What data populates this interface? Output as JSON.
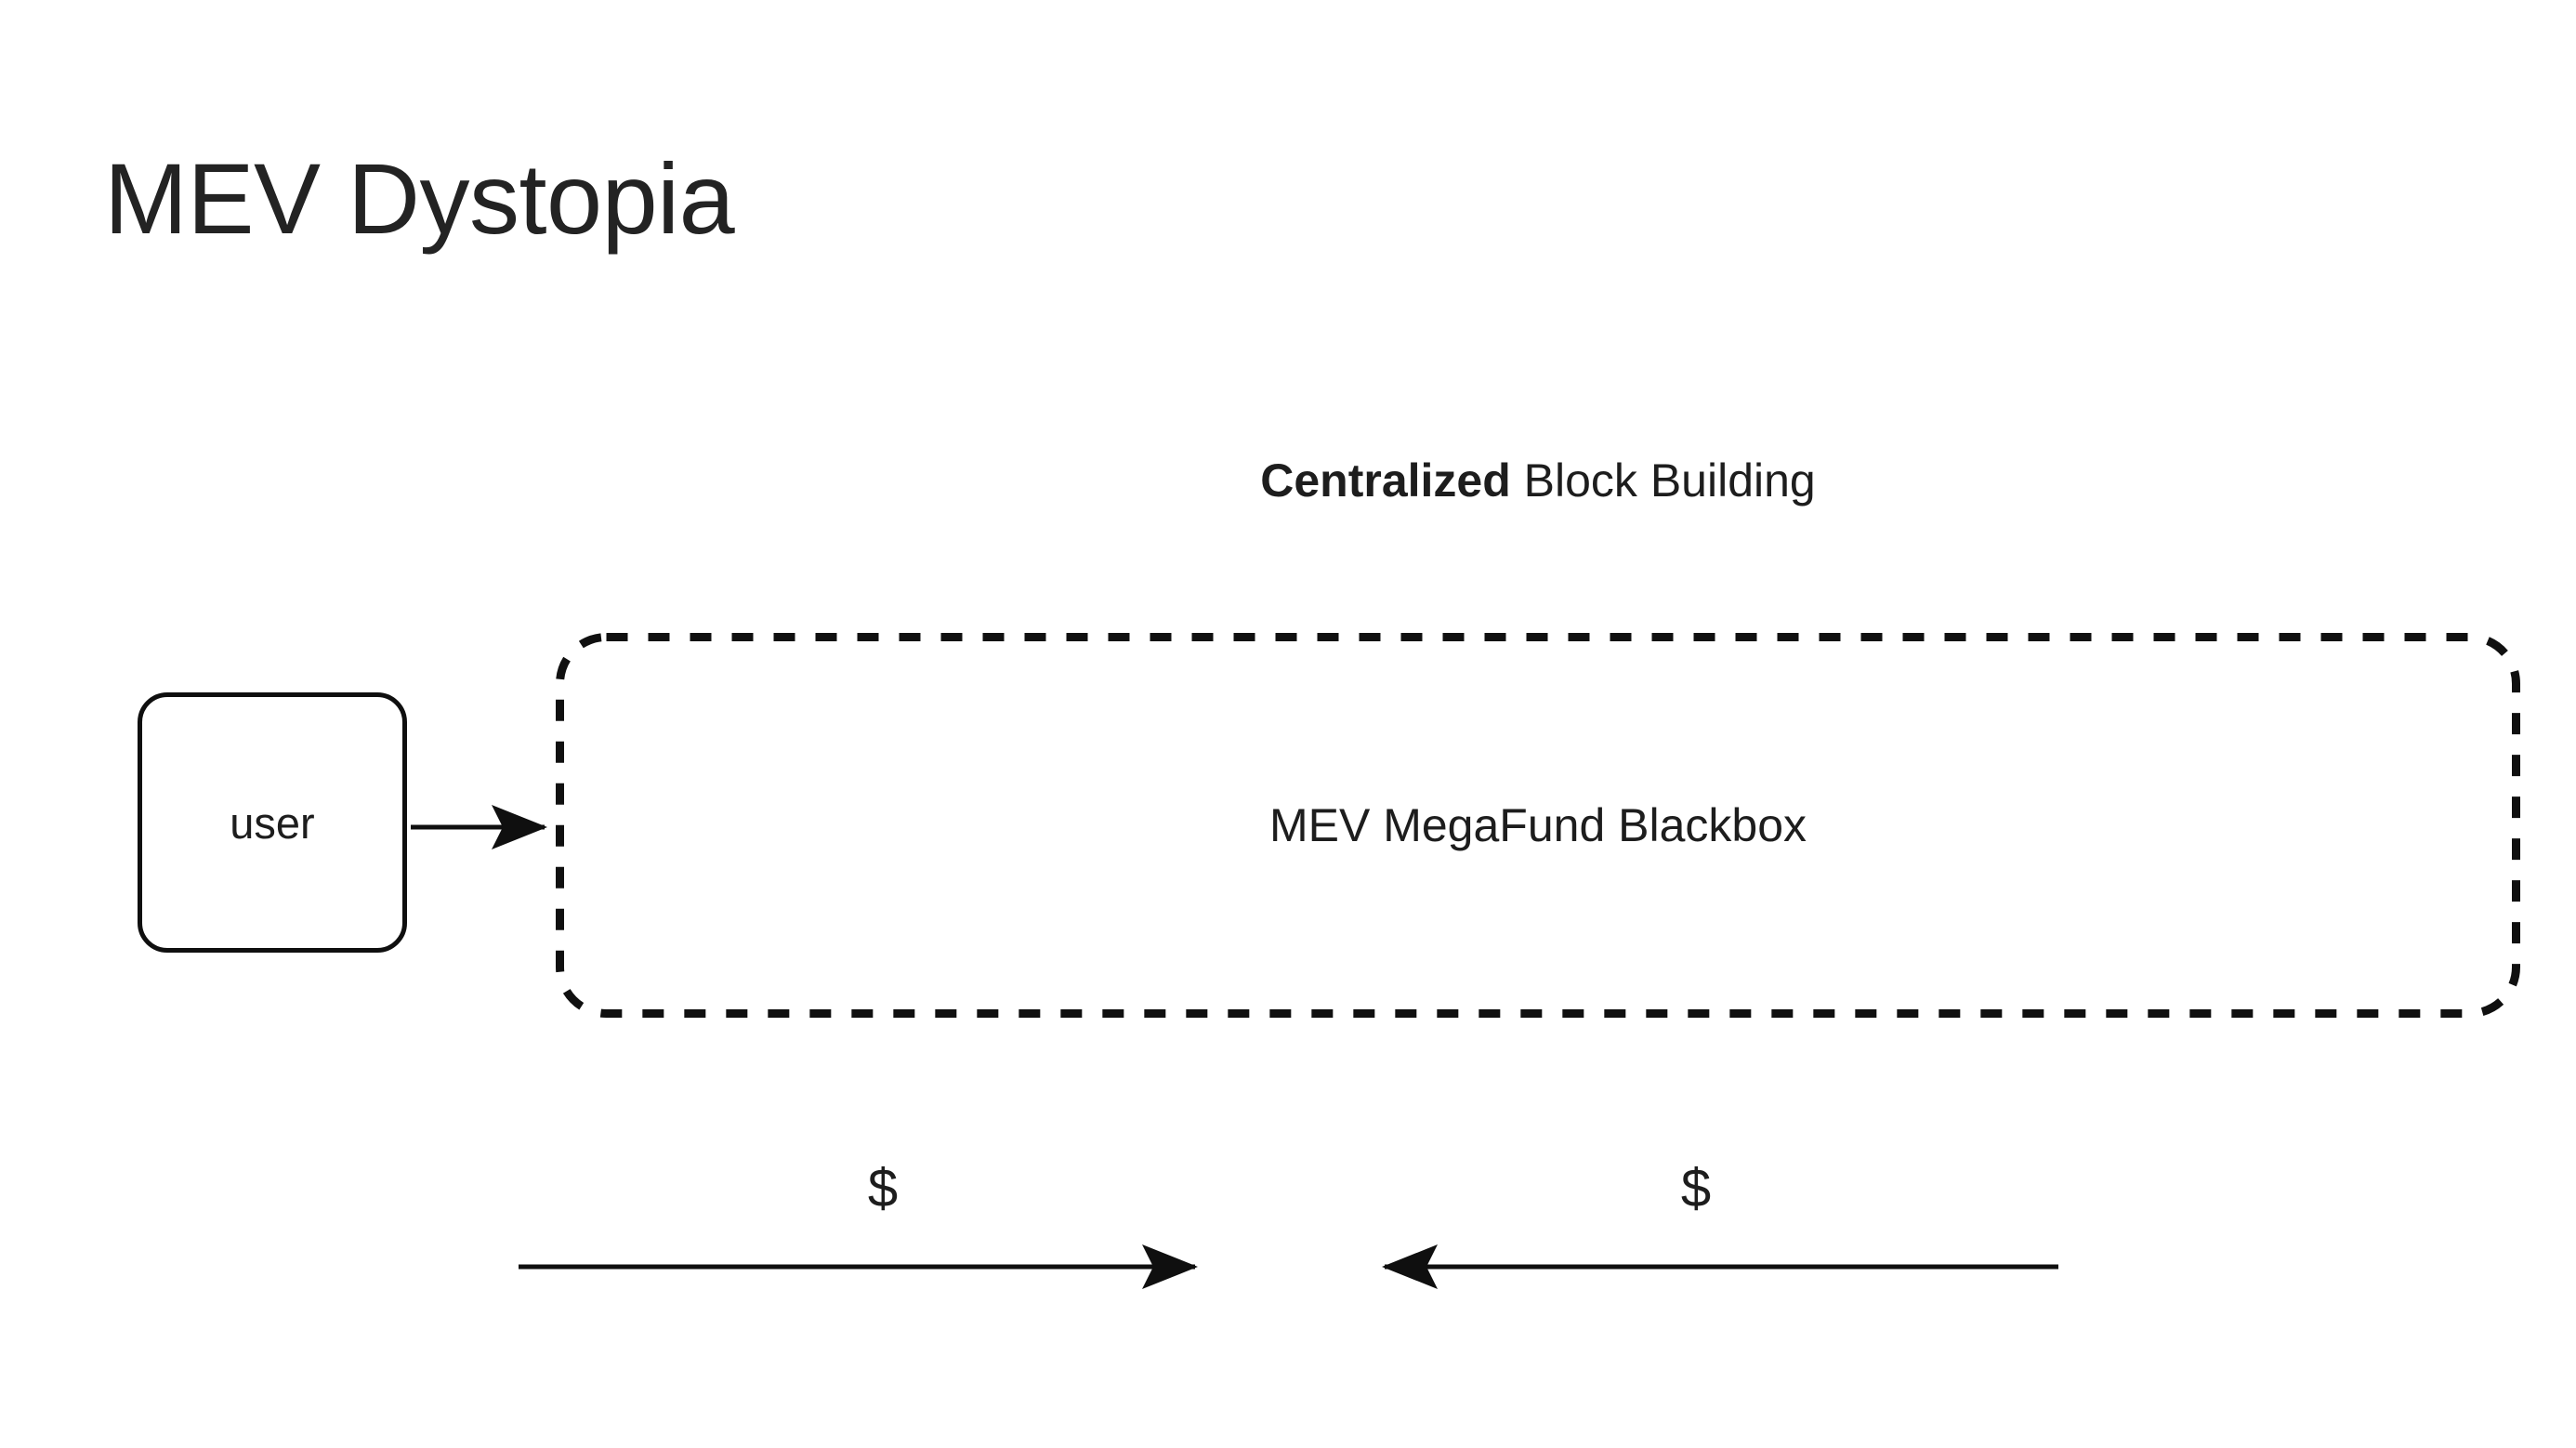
{
  "slide": {
    "title": "MEV Dystopia",
    "background_color": "#ffffff",
    "ink_color": "#1d1d1d"
  },
  "diagram": {
    "heading": {
      "emphasis": "Centralized",
      "rest": " Block Building",
      "full": "Centralized Block Building"
    },
    "nodes": [
      {
        "id": "user",
        "label": "user",
        "shape": "rounded-rectangle",
        "style": "solid"
      },
      {
        "id": "blackbox",
        "label": "MEV MegaFund Blackbox",
        "shape": "rounded-rectangle",
        "style": "dashed"
      }
    ],
    "edges": [
      {
        "id": "user-to-blackbox",
        "from": "user",
        "to": "blackbox",
        "direction": "right",
        "label": ""
      },
      {
        "id": "value-outflow",
        "from": "left",
        "to": "center",
        "direction": "right",
        "label": "$"
      },
      {
        "id": "value-inflow",
        "from": "right",
        "to": "center",
        "direction": "left",
        "label": "$"
      }
    ],
    "money_labels": {
      "left": "$",
      "right": "$"
    }
  }
}
